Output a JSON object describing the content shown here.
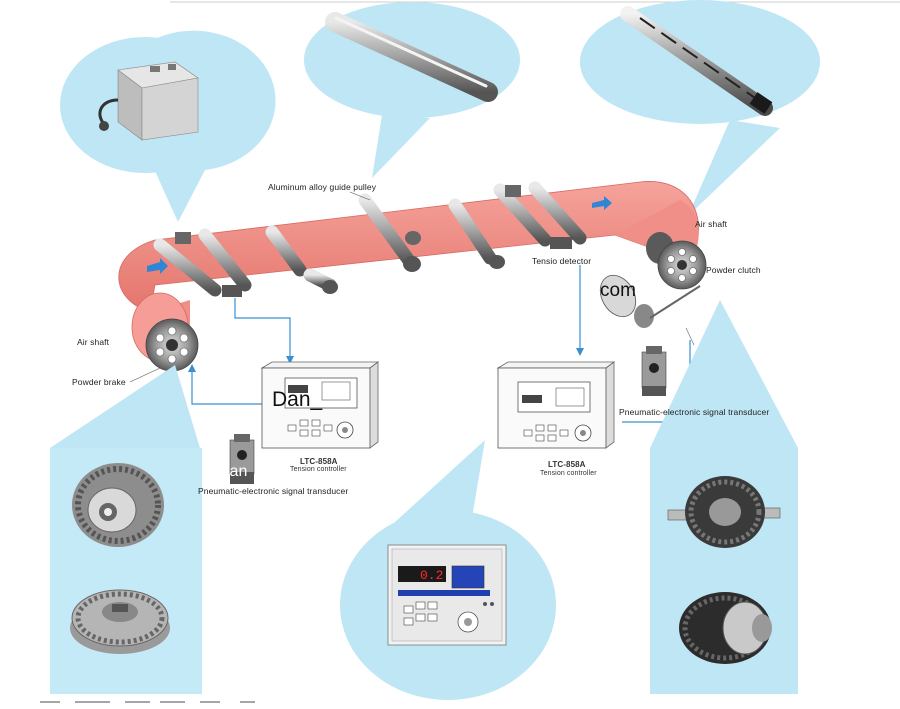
{
  "labels": {
    "guide_pulley": "Aluminum alloy guide pulley",
    "air_shaft_right": "Air shaft",
    "air_shaft_left": "Air shaft",
    "tension_detector": "Tensio detector",
    "powder_clutch": "Powder clutch",
    "powder_brake": "Powder brake",
    "transducer_left": "Pneumatic-electronic signal transducer",
    "transducer_right": "Pneumatic-electronic signal transducer"
  },
  "controllers": {
    "left": {
      "model": "LTC-858A",
      "name": "Tension controller"
    },
    "right": {
      "model": "LTC-858A",
      "name": "Tension controller"
    },
    "display_value": "0.2"
  },
  "watermarks": {
    "mark1": "Dan_",
    "mark2": "com",
    "mark3": "ian"
  },
  "colors": {
    "web_belt": "#f28b82",
    "bubble": "#bfe6f5",
    "connector": "#3a8fd0",
    "display_red": "#ff2a2a"
  }
}
